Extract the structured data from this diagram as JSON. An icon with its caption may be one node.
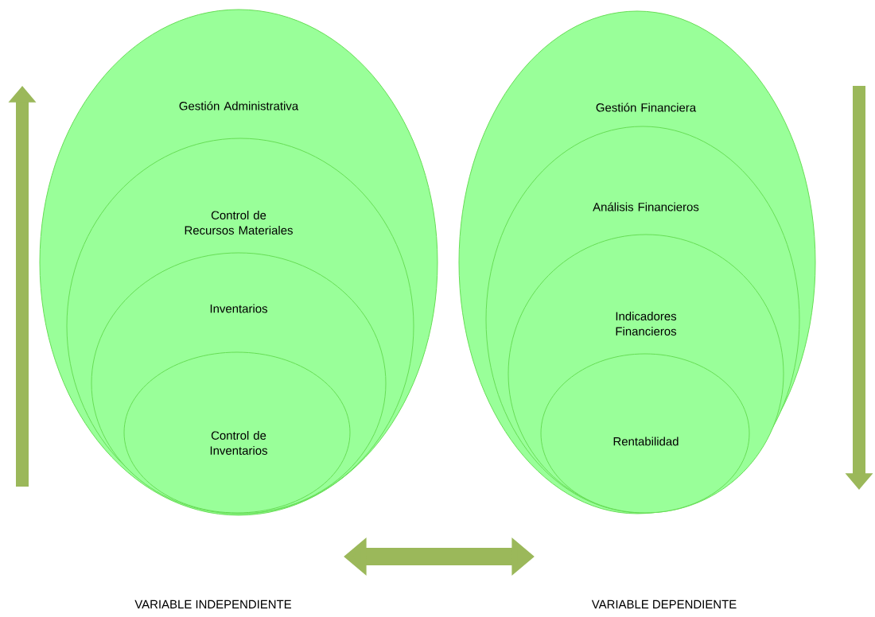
{
  "diagram": {
    "nodes": [
      {
        "text": [
          "Gestión Administrativa"
        ]
      },
      {
        "text": [
          "Control de Recursos Materiales"
        ],
        "in": 0
      },
      {
        "text": [
          "Inventarios"
        ],
        "in": 1
      },
      {
        "text": [
          "Control de Inventarios"
        ],
        "in": 2
      },
      {
        "text": [
          "Gestión Financiera"
        ]
      },
      {
        "text": [
          "Análisis Financieros"
        ],
        "in": 4
      },
      {
        "text": [
          "Indicadores Financieros"
        ],
        "in": 5
      },
      {
        "text": [
          "Rentabilidad"
        ],
        "in": 6
      }
    ],
    "labels": [
      "VARIABLE INDEPENDIENTE",
      "VARIABLE DEPENDIENTE"
    ]
  }
}
